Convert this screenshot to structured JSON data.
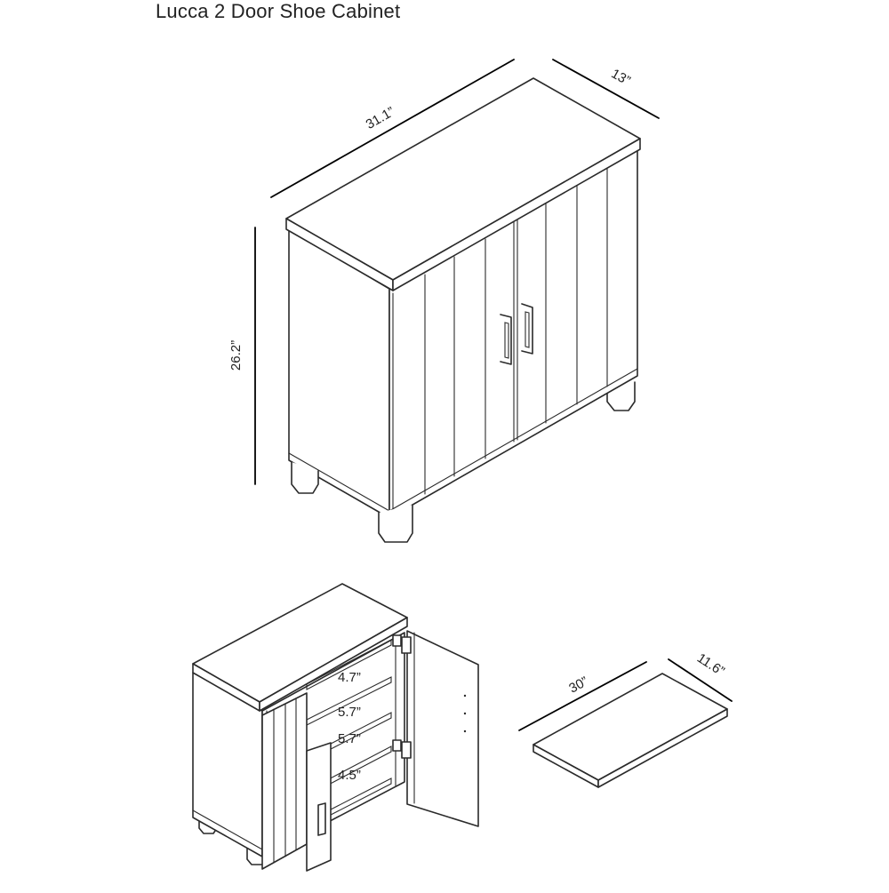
{
  "title": "Lucca 2 Door Shoe Cabinet",
  "main_view": {
    "dimensions": {
      "width": "31.1”",
      "depth": "13”",
      "height": "26.2”"
    }
  },
  "open_view": {
    "shelf_heights": [
      "4.7”",
      "5.7”",
      "5.7”",
      "4.5”"
    ]
  },
  "shelf_panel": {
    "dimensions": {
      "width": "30”",
      "depth": "11.6”"
    }
  },
  "colors": {
    "line": "#2a2a2a",
    "background": "#ffffff"
  }
}
